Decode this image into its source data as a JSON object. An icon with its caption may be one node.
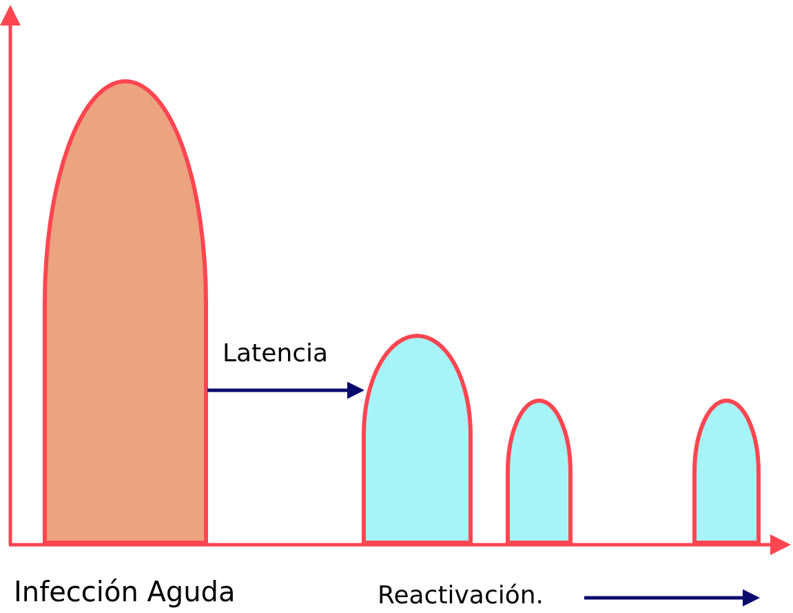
{
  "diagram": {
    "nodes": [
      {
        "text": [],
        "shape": "bar",
        "beside": [
          "Infección Aguda"
        ]
      },
      {
        "text": [],
        "shape": "bar"
      },
      {
        "text": [],
        "shape": "bar"
      },
      {
        "text": [],
        "shape": "bar"
      }
    ],
    "edges": [
      {
        "from": 0,
        "to": 1,
        "arrow": "to",
        "label": "Latencia"
      }
    ],
    "labels": [
      "Reactivación."
    ]
  }
}
